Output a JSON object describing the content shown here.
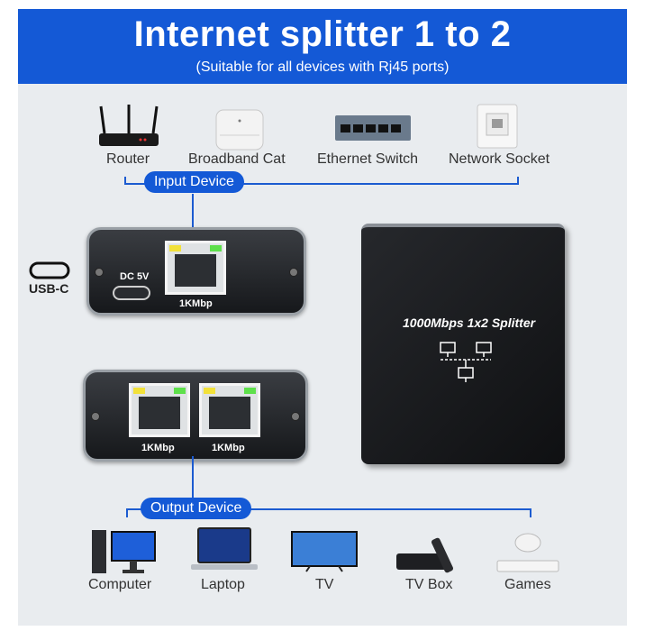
{
  "banner": {
    "title": "Internet splitter 1 to 2",
    "subtitle": "(Suitable for all devices with Rj45 ports)"
  },
  "input_devices": {
    "items": [
      {
        "label": "Router",
        "icon": "router-icon"
      },
      {
        "label": "Broadband Cat",
        "icon": "broadband-cat-icon"
      },
      {
        "label": "Ethernet Switch",
        "icon": "ethernet-switch-icon"
      },
      {
        "label": "Network Socket",
        "icon": "network-socket-icon"
      }
    ],
    "group_label": "Input Device"
  },
  "input_plate": {
    "dc_label": "DC 5V",
    "port_label": "1KMbp"
  },
  "usb": {
    "label": "USB-C",
    "icon": "usb-c-icon"
  },
  "output_plate": {
    "port_labels": [
      "1KMbp",
      "1KMbp"
    ]
  },
  "splitter": {
    "title": "1000Mbps 1x2 Splitter",
    "icon": "network-topology-icon"
  },
  "output_devices": {
    "group_label": "Output Device",
    "items": [
      {
        "label": "Computer",
        "icon": "computer-icon"
      },
      {
        "label": "Laptop",
        "icon": "laptop-icon"
      },
      {
        "label": "TV",
        "icon": "tv-icon"
      },
      {
        "label": "TV Box",
        "icon": "tv-box-icon"
      },
      {
        "label": "Games",
        "icon": "game-console-icon"
      }
    ]
  },
  "colors": {
    "brand_blue": "#1459d6",
    "background": "#e9ecef",
    "led_yellow": "#f2e13a",
    "led_green": "#5ee04b"
  }
}
